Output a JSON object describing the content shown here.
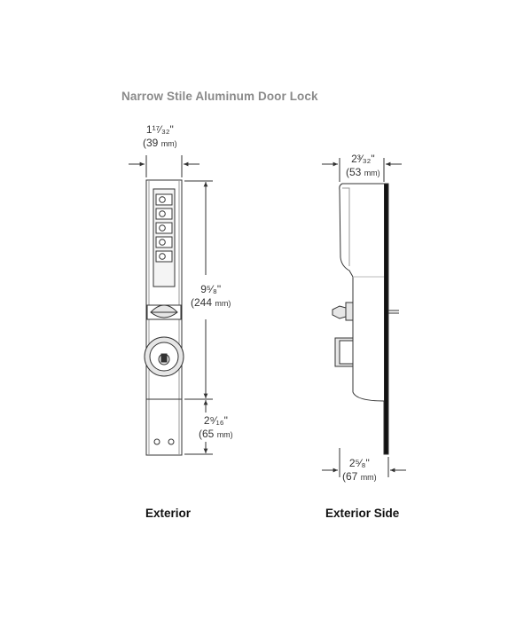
{
  "title": "Narrow Stile Aluminum Door Lock",
  "exterior": {
    "caption": "Exterior",
    "width_dim": {
      "fraction": "1¹⁷⁄₃₂\"",
      "metric_value": "(39",
      "metric_unit": "mm)"
    },
    "height_dim": {
      "fraction": "9⁵⁄₈\"",
      "metric_value": "(244",
      "metric_unit": "mm)"
    },
    "bottom_dim": {
      "fraction": "2⁹⁄₁₆\"",
      "metric_value": "(65",
      "metric_unit": "mm)"
    }
  },
  "exterior_side": {
    "caption": "Exterior Side",
    "depth_dim": {
      "fraction": "2³⁄₃₂\"",
      "metric_value": "(53",
      "metric_unit": "mm)"
    },
    "bottom_dim": {
      "fraction": "2⁵⁄₈\"",
      "metric_value": "(67",
      "metric_unit": "mm)"
    }
  },
  "colors": {
    "line": "#333333",
    "fill": "#e6e6e6",
    "edge": "#111111",
    "title": "#8a8a8a"
  }
}
